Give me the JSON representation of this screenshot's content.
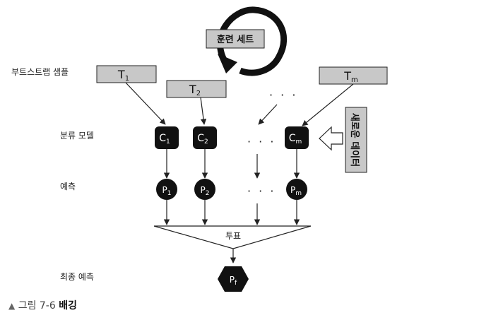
{
  "diagram": {
    "training_set_label": "훈련 세트",
    "row_labels": {
      "bootstrap": "부트스트랩 샘플",
      "classifier": "분류 모델",
      "prediction": "예측",
      "final": "최종 예측"
    },
    "samples": [
      {
        "base": "T",
        "sub": "1"
      },
      {
        "base": "T",
        "sub": "2"
      },
      {
        "base": "T",
        "sub": "m"
      }
    ],
    "classifiers": [
      {
        "base": "C",
        "sub": "1"
      },
      {
        "base": "C",
        "sub": "2"
      },
      {
        "base": "C",
        "sub": "m"
      }
    ],
    "predictions": [
      {
        "base": "P",
        "sub": "1"
      },
      {
        "base": "P",
        "sub": "2"
      },
      {
        "base": "P",
        "sub": "m"
      }
    ],
    "ellipsis": "· · ·",
    "vote_label": "투표",
    "final_prediction": {
      "base": "P",
      "sub": "f"
    },
    "new_data_label": "새로운 데이터"
  },
  "caption": {
    "marker": "▲",
    "figure": "그림 7-6",
    "title": "배깅"
  },
  "colors": {
    "box_fill": "#c8c8c8",
    "node_fill": "#111111",
    "stroke": "#222222"
  }
}
